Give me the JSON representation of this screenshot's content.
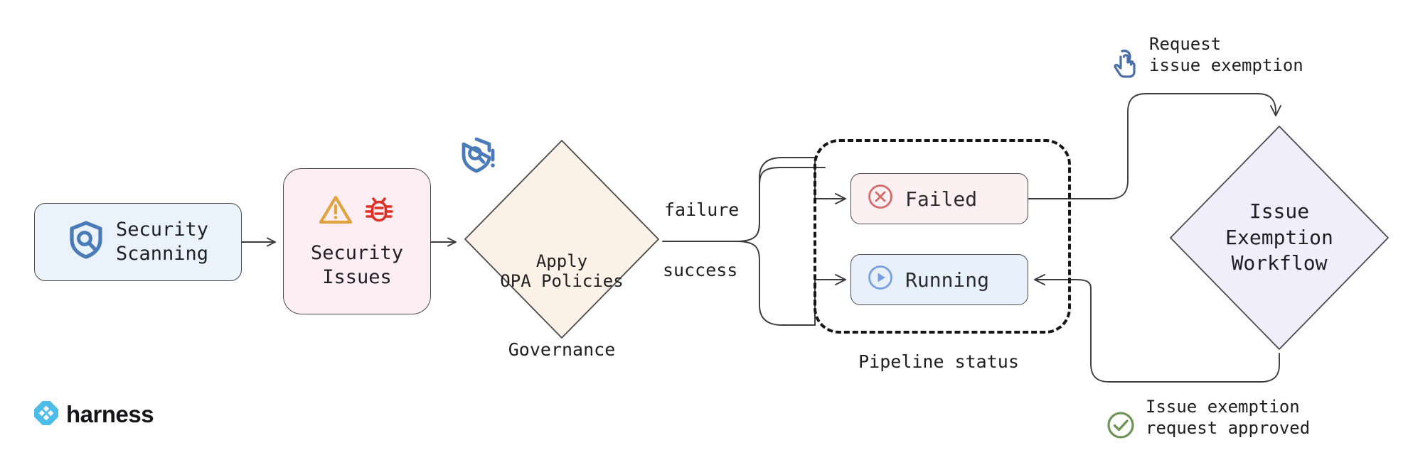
{
  "diagram": {
    "title": "Security scanning governance and issue exemption workflow",
    "background": "#ffffff"
  },
  "nodes": {
    "security_scanning": {
      "label": "Security\nScanning",
      "icon": "shield-search-icon",
      "fill": "#eaf3fc",
      "stroke": "#4a4a4f"
    },
    "security_issues": {
      "label": "Security\nIssues",
      "icons": [
        "warning-triangle-icon",
        "bug-icon"
      ],
      "fill": "#fdeef4",
      "stroke": "#4a4a4f"
    },
    "apply_opa_policies": {
      "label": "Apply\nOPA Policies",
      "icon": "shield-alert-icon",
      "fill": "#fbf1e6",
      "stroke": "#4a4a4f",
      "caption": "Governance"
    },
    "issue_exemption_workflow": {
      "label": "Issue\nExemption\nWorkflow",
      "fill": "#f0eefb",
      "stroke": "#4a4a4f"
    }
  },
  "group": {
    "pipeline_status": {
      "caption": "Pipeline status",
      "border_style": "dashed",
      "chips": [
        {
          "label": "Failed",
          "icon": "x-circle-icon",
          "fill": "#fdf0f2",
          "accent": "#d46a6a"
        },
        {
          "label": "Running",
          "icon": "play-circle-icon",
          "fill": "#e7f0fb",
          "accent": "#7a9fe0"
        }
      ]
    }
  },
  "edges": {
    "failure_label": "failure",
    "success_label": "success"
  },
  "annotations": {
    "request": {
      "text": "Request\nissue exemption",
      "icon": "hand-click-icon",
      "color": "#4b6fa8"
    },
    "approved": {
      "text": "Issue exemption\nrequest approved",
      "icon": "check-circle-icon",
      "color": "#6f9457"
    }
  },
  "branding": {
    "name": "harness",
    "logo_color": "#4dbce9",
    "text_color": "#16161a"
  },
  "colors": {
    "stroke": "#4a4a4f",
    "edge": "#3a3a3f",
    "warning": "#e0a340",
    "bug": "#e03127",
    "blue_icon": "#4b7ab8"
  }
}
